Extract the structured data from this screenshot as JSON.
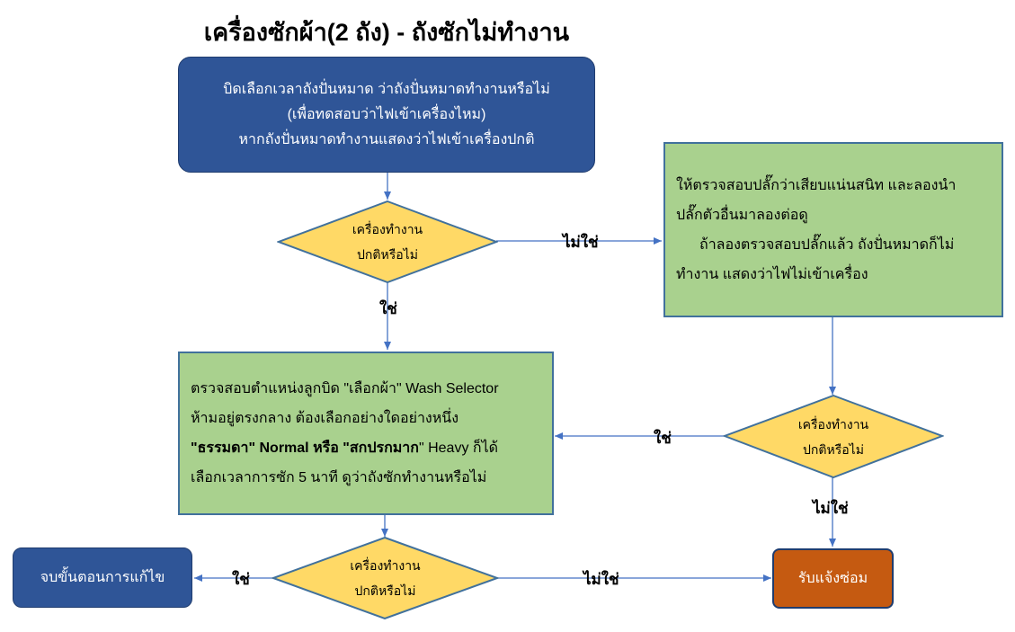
{
  "title": "เครื่องซักผ้า(2 ถัง) - ถังซักไม่ทำงาน",
  "colors": {
    "process_blue": "#2f5597",
    "process_green": "#a9d18e",
    "decision_yellow": "#ffd966",
    "terminal_orange": "#c55a11",
    "connector_blue": "#4472c4"
  },
  "nodes": {
    "start": {
      "line1": "บิดเลือกเวลาถังปั่นหมาด ว่าถังปั่นหมาดทำงานหรือไม่",
      "line2": "(เพื่อทดสอบว่าไฟเข้าเครื่องไหม)",
      "line3": "หากถังปั่นหมาดทำงานแสดงว่าไฟเข้าเครื่องปกติ"
    },
    "decision1": {
      "line1": "เครื่องทำงาน",
      "line2": "ปกติหรือไม่"
    },
    "check_plug": {
      "line1": "ให้ตรวจสอบปลั๊กว่าเสียบแน่นสนิท และลองนำ",
      "line2": "ปลั๊กตัวอื่นมาลองต่อดู",
      "line3": "ถ้าลองตรวจสอบปลั๊กแล้ว ถังปั่นหมาดก็ไม่",
      "line4": "ทำงาน แสดงว่าไฟไม่เข้าเครื่อง"
    },
    "check_selector": {
      "line1": "ตรวจสอบตำแหน่งลูกบิด \"เลือกผ้า\" Wash Selector",
      "line2": "ห้ามอยู่ตรงกลาง ต้องเลือกอย่างใดอย่างหนึ่ง",
      "line3_q1": "\"",
      "line3_b1": "ธรรมดา",
      "line3_mid": "\" Normal หรือ \"",
      "line3_b2": "สกปรกมาก",
      "line3_end": "\" Heavy ก็ได้",
      "line4": "เลือกเวลาการซัก 5 นาที ดูว่าถังซักทำงานหรือไม่"
    },
    "decision2": {
      "line1": "เครื่องทำงาน",
      "line2": "ปกติหรือไม่"
    },
    "decision3": {
      "line1": "เครื่องทำงาน",
      "line2": "ปกติหรือไม่"
    },
    "end": {
      "label": "จบขั้นตอนการแก้ไข"
    },
    "repair": {
      "label": "รับแจ้งซ่อม"
    }
  },
  "edge_labels": {
    "d1_no": "ไม่ใช่",
    "d1_yes": "ใช่",
    "d2_yes": "ใช่",
    "d2_no": "ไม่ใช่",
    "d3_yes": "ใช่",
    "d3_no": "ไม่ใช่"
  }
}
